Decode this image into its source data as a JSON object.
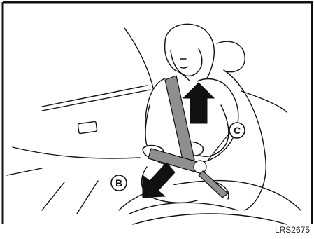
{
  "figure": {
    "callouts": {
      "b": "B",
      "c": "C"
    },
    "figure_code": "LRS2675",
    "colors": {
      "line": "#111111",
      "belt": "#8f8f8f",
      "arrow": "#111111",
      "frame": "#111111",
      "background": "#ffffff"
    }
  }
}
